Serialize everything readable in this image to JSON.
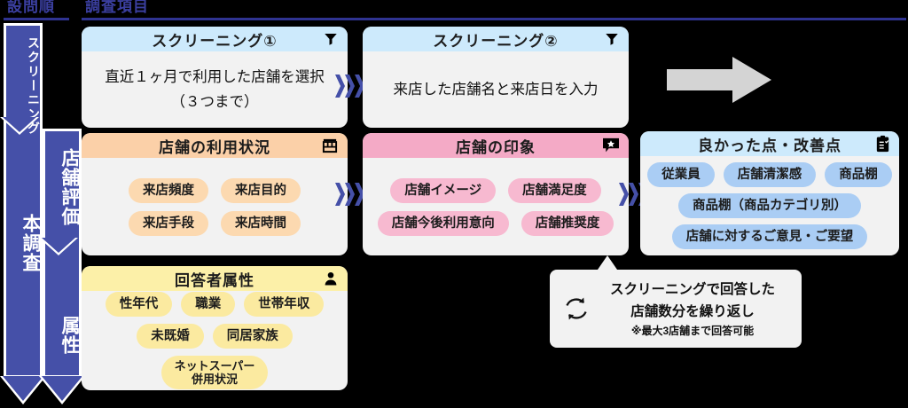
{
  "columns": {
    "order_label": "設問順",
    "items_label": "調査項目"
  },
  "phases": [
    {
      "name": "screening",
      "label": "スクリーニング"
    },
    {
      "name": "main-survey",
      "label": "本調査"
    },
    {
      "name": "store-evaluation",
      "label": "店舗評価"
    },
    {
      "name": "attributes",
      "label": "属性"
    }
  ],
  "cards": [
    {
      "id": "screening-1",
      "title": "スクリーニング①",
      "icon": "funnel-icon",
      "accent": "#cdeafc",
      "lines": [
        "直近１ヶ月で利用した店舗を選択",
        "（３つまで）"
      ],
      "pills": []
    },
    {
      "id": "screening-2",
      "title": "スクリーニング②",
      "icon": "funnel-icon",
      "accent": "#cdeafc",
      "lines": [
        "来店した店舗名と来店日を入力"
      ],
      "pills": []
    },
    {
      "id": "store-usage",
      "title": "店舗の利用状況",
      "icon": "storefront-icon",
      "accent": "#fbd0a8",
      "lines": [],
      "pills": [
        "来店頻度",
        "来店目的",
        "来店手段",
        "来店時間"
      ]
    },
    {
      "id": "store-impression",
      "title": "店舗の印象",
      "icon": "speech-star-icon",
      "accent": "#f4aac6",
      "lines": [],
      "pills": [
        "店舗イメージ",
        "店舗満足度",
        "店舗今後利用意向",
        "店舗推奨度"
      ]
    },
    {
      "id": "good-improve",
      "title": "良かった点・改善点",
      "icon": "clipboard-icon",
      "accent": "#cdeafc",
      "lines": [],
      "pills": [
        "従業員",
        "店舗清潔感",
        "商品棚",
        "商品棚（商品カテゴリ別）",
        "店舗に対するご意見・ご要望"
      ]
    },
    {
      "id": "respondent-attributes",
      "title": "回答者属性",
      "icon": "person-icon",
      "accent": "#fcf0a8",
      "lines": [],
      "pills": [
        "性年代",
        "職業",
        "世帯年収",
        "未既婚",
        "同居家族",
        "ネットスーパー併用状況"
      ]
    }
  ],
  "note": {
    "icon": "loop-icon",
    "line1": "スクリーニングで回答した",
    "line2": "店舗数分を繰り返し",
    "line3": "※最大3店舗まで回答可能"
  },
  "connectors": {
    "chevron": "triple-chevron-right",
    "big_arrow": "grey-arrow-right"
  },
  "colors": {
    "phase_arrow": "#4550a8",
    "header_text": "#3b3fa0",
    "chevron": "#4550a8",
    "card_body": "#f2f2f2",
    "grey_arrow": "#d4d4d4"
  }
}
